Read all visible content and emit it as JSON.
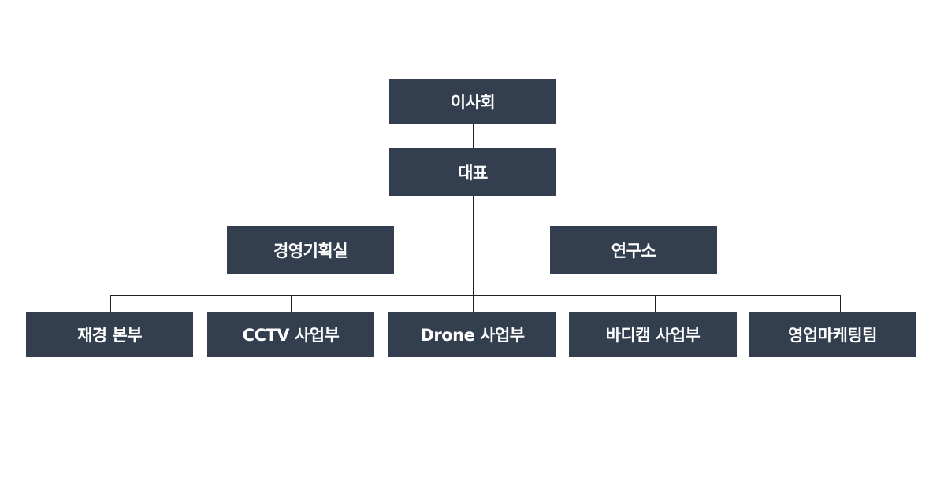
{
  "colors": {
    "box": "#333e4e",
    "line": "#222222",
    "text": "#ffffff"
  },
  "top": {
    "board": "이사회",
    "ceo": "대표"
  },
  "middle": {
    "planning": "경영기획실",
    "research": "연구소"
  },
  "divisions": [
    "재경 본부",
    "CCTV 사업부",
    "Drone 사업부",
    "바디캠 사업부",
    "영업마케팅팀"
  ]
}
